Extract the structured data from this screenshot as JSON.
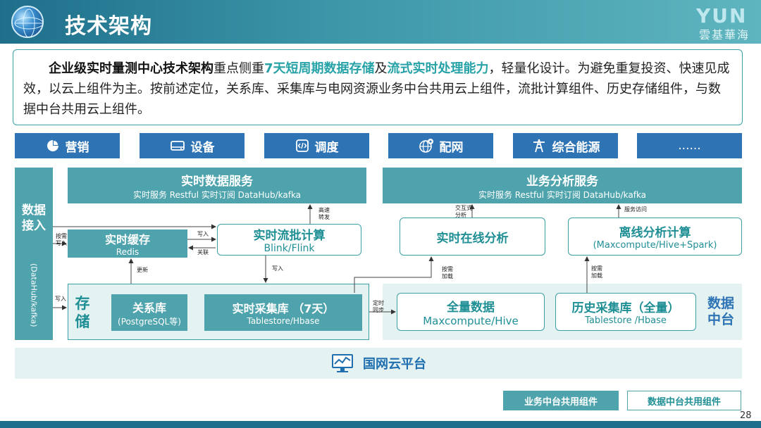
{
  "header": {
    "title": "技术架构",
    "logo_big": "YUN",
    "logo_sub": "雲基華海"
  },
  "intro": {
    "bold_lead": "企业级实时量测中心技术架构",
    "part1": "重点侧重",
    "highlight1": "7天短周期数据存储",
    "part2": "及",
    "highlight2": "流式实时处理能力",
    "part3": "，轻量化设计。为避免重复投资、快速见成效，以云上组件为主。按前述定位，关系库、采集库与电网资源业务中台共用云上组件，流批计算组件、历史存储组件，与数据中台共用云上组件。"
  },
  "business": [
    {
      "label": "营销",
      "icon": "pie-chart-icon"
    },
    {
      "label": "设备",
      "icon": "drive-icon"
    },
    {
      "label": "调度",
      "icon": "code-icon"
    },
    {
      "label": "配网",
      "icon": "globe-pin-icon"
    },
    {
      "label": "综合能源",
      "icon": "tower-icon"
    },
    {
      "label": "......",
      "icon": ""
    }
  ],
  "ingest": {
    "title": "数据接入",
    "sub": "(DataHub/kafka)"
  },
  "realtime_service": {
    "title": "实时数据服务",
    "sub": "实时服务 Restful 实时订阅 DataHub/kafka"
  },
  "analysis_service": {
    "title": "业务分析服务",
    "sub": "实时服务 Restful 实时订阅 DataHub/kafka"
  },
  "cache": {
    "title": "实时缓存",
    "sub": "Redis"
  },
  "stream": {
    "title": "实时流批计算",
    "sub": "Blink/Flink"
  },
  "online": {
    "title": "实时在线分析"
  },
  "offline": {
    "title": "离线分析计算",
    "sub": "(Maxcompute/Hive+Spark)"
  },
  "storage": {
    "title": "存储"
  },
  "relational": {
    "title": "关系库",
    "sub": "(PostgreSQL等)"
  },
  "collect": {
    "title": "实时采集库 （7天）",
    "sub": "Tablestore/Hbase"
  },
  "full": {
    "title": "全量数据",
    "sub": "Maxcompute/Hive"
  },
  "history": {
    "title": "历史采集库（全量）",
    "sub": "Tablestore /Hbase"
  },
  "datacenter": {
    "title": "数据中台"
  },
  "platform": {
    "title": "国网云平台"
  },
  "edge_labels": {
    "by_need_write": "按需\n写入",
    "write": "写入",
    "write2": "写入",
    "write3": "写入",
    "relate": "关联",
    "update": "更新",
    "fast_forward": "高速\n转发",
    "interactive": "交互式\n分析",
    "service_access": "服务访问",
    "load1": "按需\n加载",
    "load2": "按需\n加载",
    "sync": "定时\n同步"
  },
  "legend": {
    "business": "业务中台共用组件",
    "data": "数据中台共用组件"
  },
  "page_number": "28",
  "colors": {
    "teal": "#4ea3ac",
    "blue": "#2e74b5",
    "light": "#e4f2f2",
    "header": "#1f6f8b"
  }
}
